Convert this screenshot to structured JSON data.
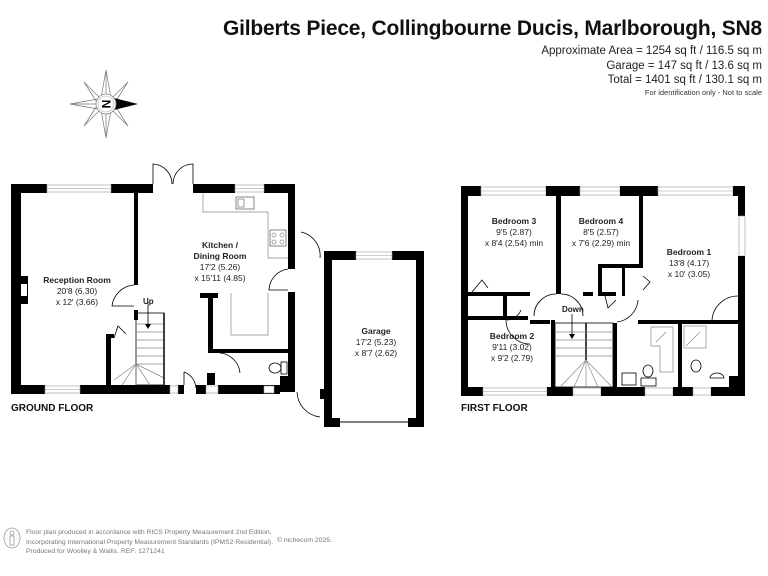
{
  "header": {
    "title": "Gilberts Piece, Collingbourne Ducis, Marlborough, SN8",
    "areas": [
      "Approximate Area = 1254 sq ft / 116.5 sq m",
      "Garage = 147 sq ft / 13.6 sq m",
      "Total = 1401 sq ft / 130.1 sq m"
    ],
    "note": "For identification only - Not to scale"
  },
  "compass": {
    "icon": "compass-north-icon",
    "letter": "N"
  },
  "ground_floor": {
    "label": "GROUND FLOOR",
    "stairs_label": "Up",
    "rooms": [
      {
        "name": "Reception Room",
        "dim1": "20'8 (6.30)",
        "dim2": "x 12' (3.66)"
      },
      {
        "name": "Kitchen /",
        "name2": "Dining Room",
        "dim1": "17'2 (5.26)",
        "dim2": "x 15'11 (4.85)"
      },
      {
        "name": "Garage",
        "dim1": "17'2 (5.23)",
        "dim2": "x 8'7 (2.62)"
      }
    ]
  },
  "first_floor": {
    "label": "FIRST FLOOR",
    "stairs_label": "Down",
    "rooms": [
      {
        "name": "Bedroom 3",
        "dim1": "9'5 (2.87)",
        "dim2": "x 8'4 (2.54) min"
      },
      {
        "name": "Bedroom 4",
        "dim1": "8'5 (2.57)",
        "dim2": "x 7'6 (2.29) min"
      },
      {
        "name": "Bedroom 1",
        "dim1": "13'8 (4.17)",
        "dim2": "x 10' (3.05)"
      },
      {
        "name": "Bedroom 2",
        "dim1": "9'11 (3.02)",
        "dim2": "x 9'2 (2.79)"
      }
    ]
  },
  "footer": {
    "lines": [
      "Floor plan produced in accordance with RICS Property Measurement 2nd Edition,",
      "Incorporating International Property Measurement Standards (IPMS2 Residential).",
      "Produced for Woolley & Wallis.   REF: 1271241"
    ],
    "copyright": "© nichecom 2025."
  }
}
